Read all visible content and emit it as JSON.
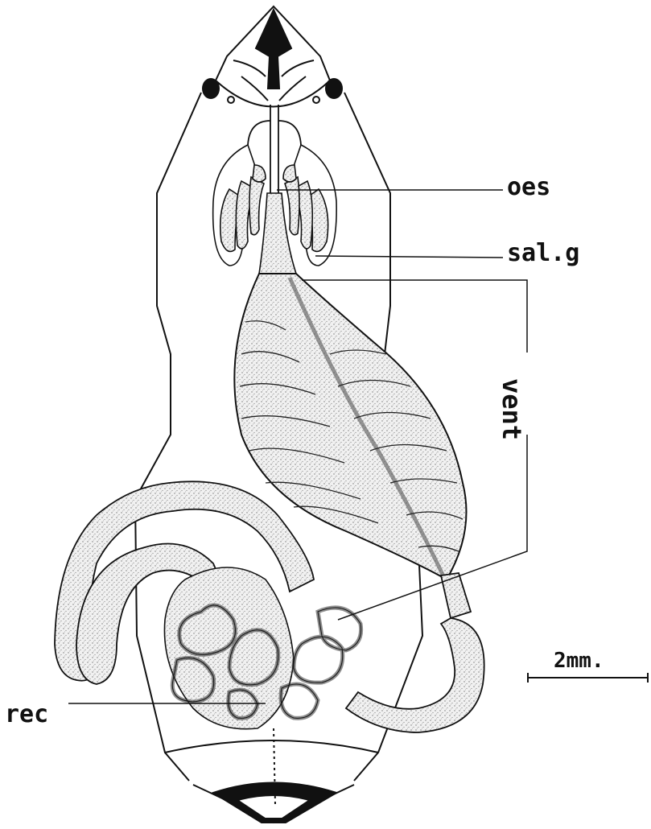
{
  "labels": {
    "oesophagus": "oes",
    "salivary_gland": "sal.g",
    "ventriculus": "vent",
    "rectum": "rec",
    "scale_bar": "2mm."
  },
  "colors": {
    "ink": "#111111",
    "stipple": "#9a9a9a",
    "background": "#ffffff"
  }
}
